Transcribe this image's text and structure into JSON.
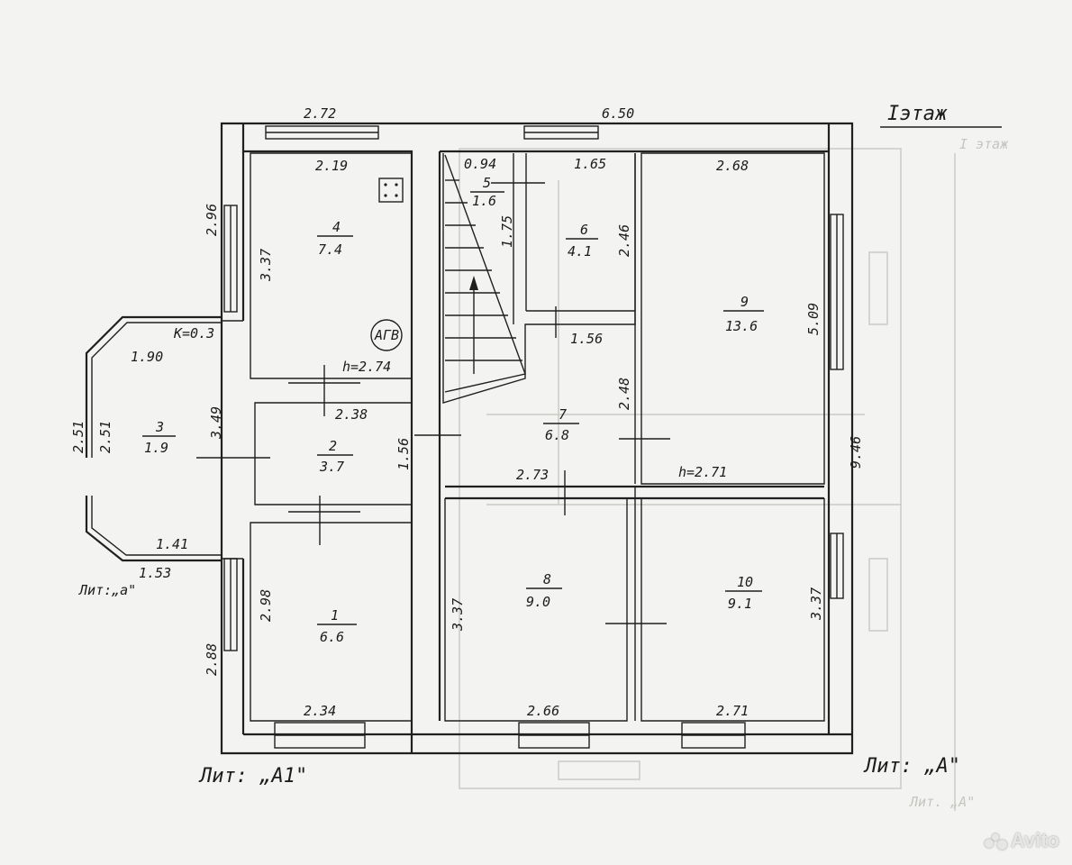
{
  "title": "Iэтаж",
  "lit_main": "Лит: „А\"",
  "lit_a1": "Лит: „А1\"",
  "lit_a": "Лит:„а\"",
  "ghost_lit": "Лит. „А\"",
  "ghost_title": "I этаж",
  "stove_label": "АГВ",
  "watermark": "Avito",
  "rooms": [
    {
      "num": "1",
      "area": "6.6"
    },
    {
      "num": "2",
      "area": "3.7"
    },
    {
      "num": "3",
      "area": "1.9"
    },
    {
      "num": "4",
      "area": "7.4"
    },
    {
      "num": "5",
      "area": "1.6"
    },
    {
      "num": "6",
      "area": "4.1"
    },
    {
      "num": "7",
      "area": "6.8"
    },
    {
      "num": "8",
      "area": "9.0"
    },
    {
      "num": "9",
      "area": "13.6"
    },
    {
      "num": "10",
      "area": "9.1"
    }
  ],
  "heights": [
    "h=2.74",
    "h=2.71"
  ],
  "dims": [
    "2.72",
    "6.50",
    "2.19",
    "0.94",
    "1.65",
    "2.68",
    "2.96",
    "3.37",
    "1.75",
    "2.46",
    "5.09",
    "K=0.3",
    "1.90",
    "1.56",
    "2.38",
    "3.49",
    "2.51",
    "2.51",
    "1.56",
    "2.48",
    "2.73",
    "9.46",
    "1.41",
    "1.53",
    "2.98",
    "2.88",
    "3.37",
    "3.37",
    "2.34",
    "2.66",
    "2.71"
  ]
}
